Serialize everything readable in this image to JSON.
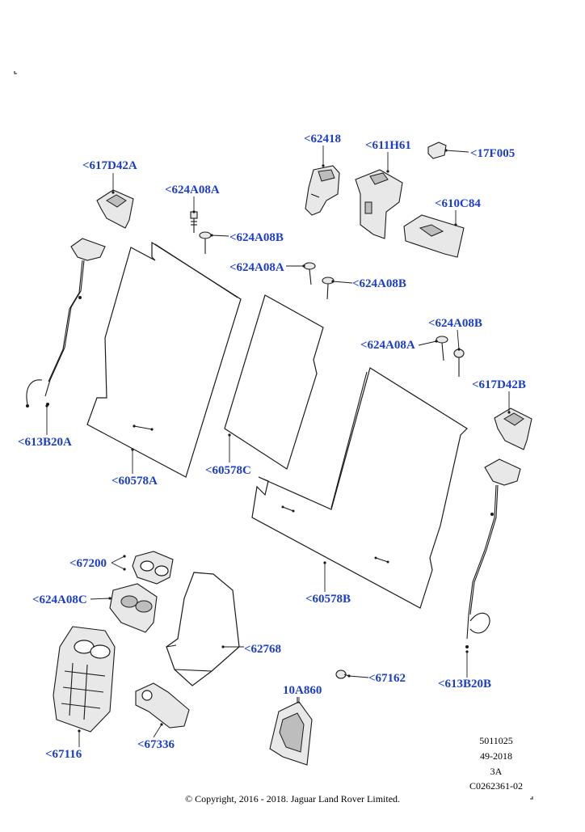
{
  "labels": {
    "l_617D42A": "<617D42A",
    "l_624A08A_1": "<624A08A",
    "l_624A08B_1": "<624A08B",
    "l_624A08A_2": "<624A08A",
    "l_624A08B_2": "<624A08B",
    "l_62418": "<62418",
    "l_611H61": "<611H61",
    "l_17F005": "<17F005",
    "l_610C84": "<610C84",
    "l_624A08B_3": "<624A08B",
    "l_624A08A_3": "<624A08A",
    "l_617D42B": "<617D42B",
    "l_613B20A": "<613B20A",
    "l_60578A": "<60578A",
    "l_60578C": "<60578C",
    "l_60578B": "<60578B",
    "l_67200": "<67200",
    "l_624A08C": "<624A08C",
    "l_62768": "<62768",
    "l_67162": "<67162",
    "l_613B20B": "<613B20B",
    "l_10A860": "10A860",
    "l_67336": "<67336",
    "l_67116": "<67116"
  },
  "meta": {
    "line1": "5011025",
    "line2": "49-2018",
    "line3": "3A",
    "line4": "C0262361-02"
  },
  "copyright": "© Copyright, 2016 - 2018. Jaguar Land Rover Limited."
}
